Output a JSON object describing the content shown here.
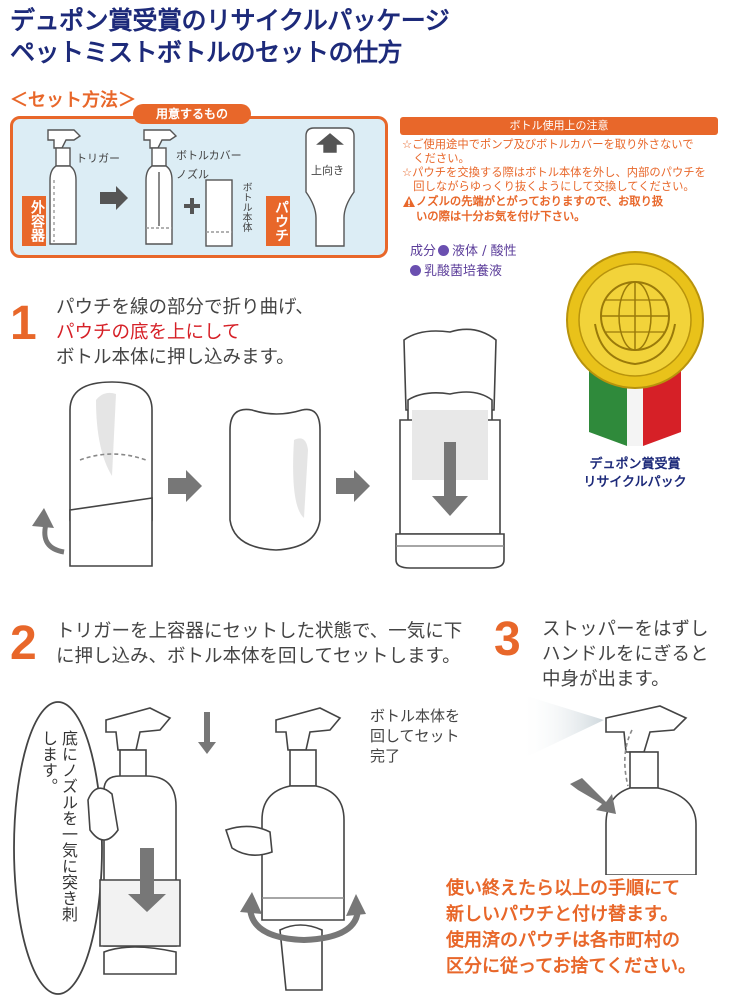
{
  "title": {
    "line1": "デュポン賞受賞のリサイクルパッケージ",
    "line2": "ペットミストボトルのセットの仕方"
  },
  "setup": {
    "section_label": "＜セット方法＞",
    "prepare_tag": "用意するもの",
    "outer_container_tag": "外容器",
    "pouch_tag": "パウチ",
    "trigger_label": "トリガー",
    "bottle_cover_label": "ボトルカバー",
    "nozzle_label": "ノズル",
    "bottle_body_label": "ボトル本体",
    "upward_label": "上向き"
  },
  "caution": {
    "heading": "ボトル使用上の注意",
    "items": [
      "☆ご使用途中でポンプ及びボトルカバーを取り外さないで",
      "　ください。",
      "☆パウチを交換する際はボトル本体を外し、内部のパウチを",
      "　回しながらゆっくり抜くようにして交換してください。"
    ],
    "warning_lines": [
      "ノズルの先端がとがっておりますので、お取り扱",
      "いの際は十分お気を付け下さい。"
    ]
  },
  "ingredients": {
    "line1_prefix": "成分",
    "line1": "液体 / 酸性",
    "line2": "乳酸菌培養液"
  },
  "medal": {
    "caption_line1": "デュポン賞受賞",
    "caption_line2": "リサイクルパック"
  },
  "step1": {
    "number": "1",
    "line1": "パウチを線の部分で折り曲げ、",
    "line2": "パウチの底を上にして",
    "line3": "ボトル本体に押し込みます。"
  },
  "step2": {
    "number": "2",
    "line1": "トリガーを上容器にセットした状態で、一気に下",
    "line2": "に押し込み、ボトル本体を回してセットします。",
    "bubble": "底にノズルを一気に突き刺します。",
    "turn_note_line1": "ボトル本体を",
    "turn_note_line2": "回してセット",
    "turn_note_line3": "完了"
  },
  "step3": {
    "number": "3",
    "line1": "ストッパーをはずし",
    "line2": "ハンドルをにぎると",
    "line3": "中身が出ます。"
  },
  "footer": {
    "line1": "使い終えたら以上の手順にて",
    "line2": "新しいパウチと付け替ます。",
    "line3": "使用済のパウチは各市町村の",
    "line4": "区分に従ってお捨てください。"
  },
  "colors": {
    "accent": "#e8672a",
    "title": "#1d2a7a",
    "panel_bg": "#dcedf5",
    "emphasis": "#d62027"
  }
}
